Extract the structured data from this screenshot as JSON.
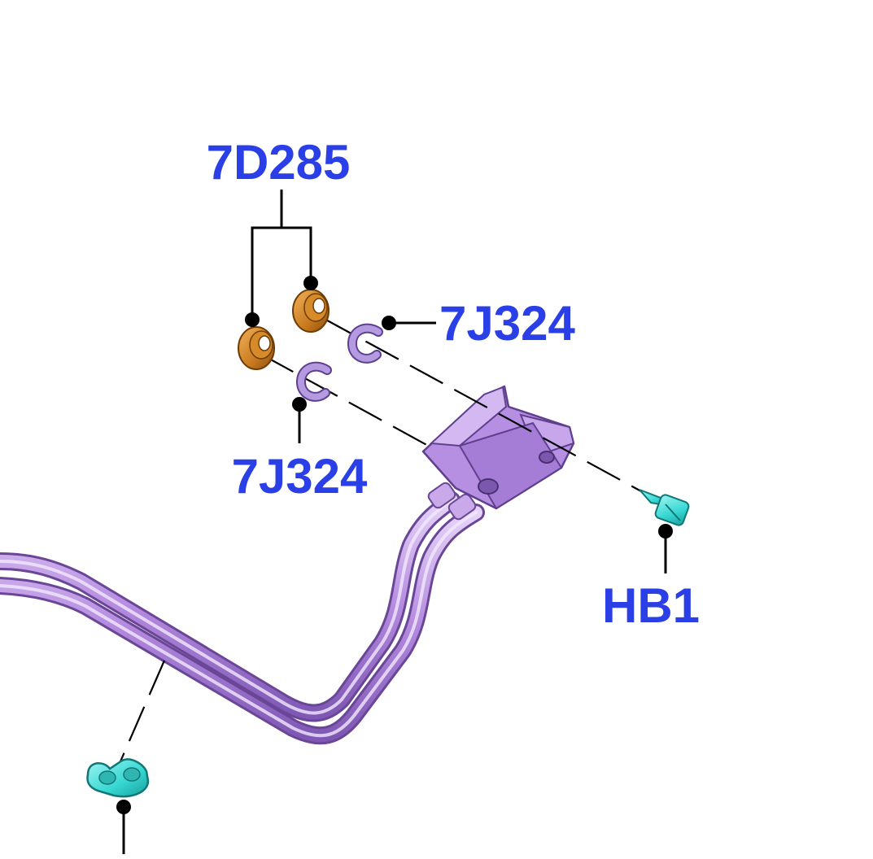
{
  "diagram": {
    "callouts": {
      "bushing": "7D285",
      "clip_upper": "7J324",
      "clip_lower": "7J324",
      "bolt": "HB1",
      "clamp": ""
    },
    "colors": {
      "label": "#2b3fe6",
      "leader": "#000000",
      "tube": "#b58be0",
      "tube_shade": "#8e67c2",
      "bracket": "#b78fe2",
      "bushing": "#c97a1e",
      "clip": "#a27fd6",
      "fastener": "#36d6d2"
    }
  }
}
